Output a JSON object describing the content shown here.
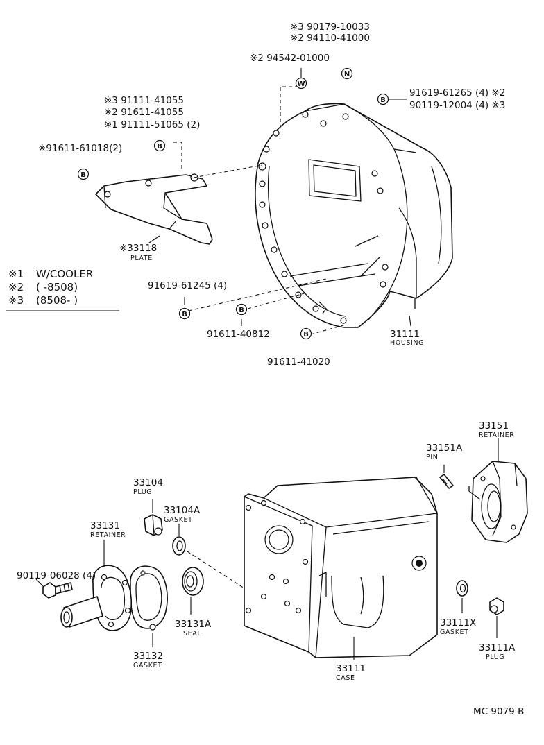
{
  "parts": {
    "p_90179_10033": "※3 90179-10033",
    "p_94110_41000": "※2 94110-41000",
    "p_94542_01000": "※2 94542-01000",
    "p_91619_61265": "91619-61265 (4) ※2",
    "p_90119_12004": "90119-12004 (4) ※3",
    "p_91111_41055": "※3 91111-41055",
    "p_91611_41055": "※2 91611-41055",
    "p_91111_51065": "※1 91111-51065 (2)",
    "p_91611_61018": "※91611-61018(2)",
    "p_33118": "※33118",
    "n_plate": "PLATE",
    "p_91619_61245": "91619-61245 (4)",
    "p_91611_40812": "91611-40812",
    "p_91611_41020": "91611-41020",
    "p_31111": "31111",
    "n_housing": "HOUSING",
    "p_33151": "33151",
    "n_retainer_33151": "RETAINER",
    "p_33151a": "33151A",
    "n_pin": "PIN",
    "p_33104": "33104",
    "n_plug_33104": "PLUG",
    "p_33104a": "33104A",
    "n_gasket_33104a": "GASKET",
    "p_33131": "33131",
    "n_retainer_33131": "RETAINER",
    "p_90119_06028": "90119-06028 (4)",
    "p_33131a": "33131A",
    "n_seal": "SEAL",
    "p_33132": "33132",
    "n_gasket_33132": "GASKET",
    "p_33111": "33111",
    "n_case": "CASE",
    "p_33111x": "33111X",
    "n_gasket_33111x": "GASKET",
    "p_33111a": "33111A",
    "n_plug_33111a": "PLUG"
  },
  "legend": {
    "n1": "※1",
    "t1": "W/COOLER",
    "n2": "※2",
    "t2": "(        -8508)",
    "n3": "※3",
    "t3": "(8508-         )"
  },
  "symbols": {
    "b": "B",
    "w": "W",
    "n": "N"
  },
  "footer": {
    "code": "MC 9079-B"
  }
}
